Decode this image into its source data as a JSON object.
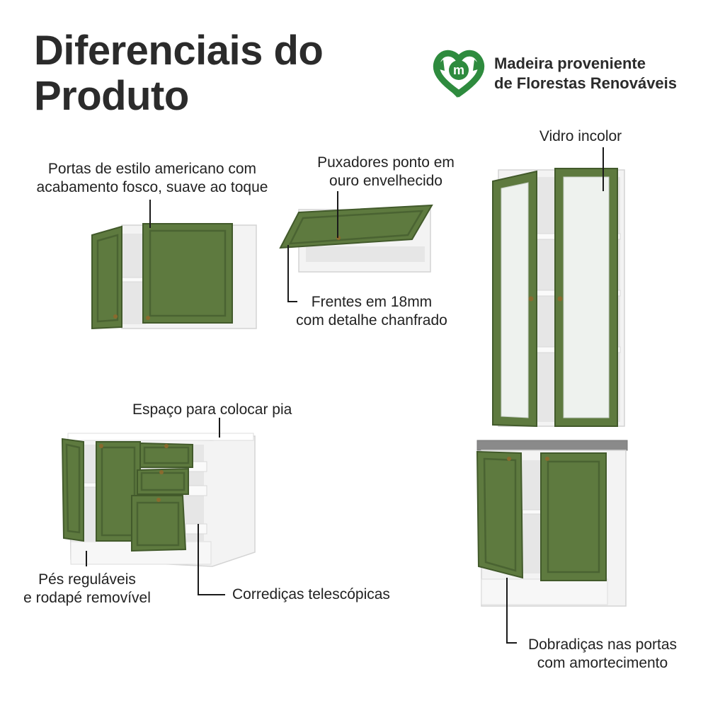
{
  "header": {
    "title_line1": "Diferenciais do",
    "title_line2": "Produto"
  },
  "badge": {
    "icon": "recycle-m-icon",
    "line1": "Madeira proveniente",
    "line2": "de Florestas Renováveis",
    "color": "#2e8b3e"
  },
  "features": {
    "portas": {
      "line1": "Portas de estilo americano com",
      "line2": "acabamento fosco, suave ao toque"
    },
    "puxadores": {
      "line1": "Puxadores ponto em",
      "line2": "ouro envelhecido"
    },
    "frentes": {
      "line1": "Frentes em 18mm",
      "line2": "com detalhe chanfrado"
    },
    "vidro": {
      "line1": "Vidro incolor"
    },
    "espaco": {
      "line1": "Espaço para colocar pia"
    },
    "pes": {
      "line1": "Pés reguláveis",
      "line2": "e rodapé removível"
    },
    "corredicas": {
      "line1": "Corrediças telescópicas"
    },
    "dobradicas": {
      "line1": "Dobradiças nas portas",
      "line2": "com amortecimento"
    }
  },
  "colors": {
    "door_green": "#5e7a3f",
    "door_green_dark": "#4a6332",
    "cabinet_white": "#f2f2f2",
    "countertop": "#8a8a8a"
  }
}
